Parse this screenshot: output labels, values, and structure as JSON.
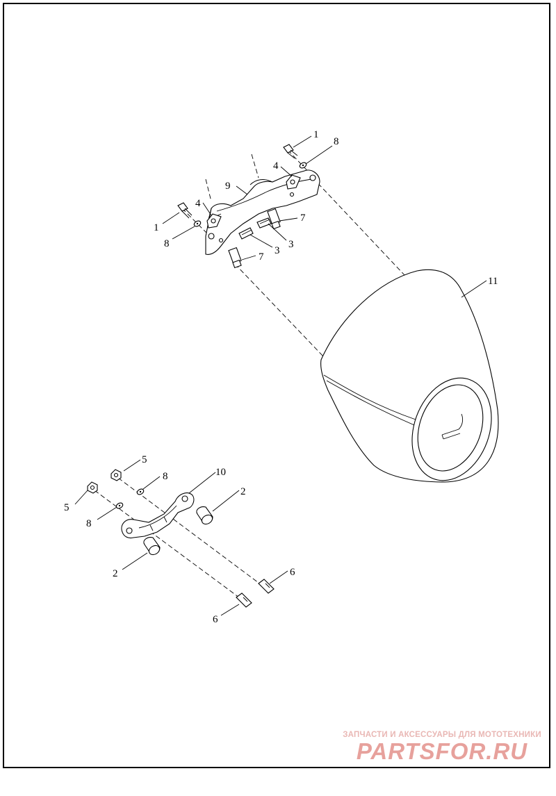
{
  "diagram": {
    "callouts": {
      "c1a": "1",
      "c1b": "1",
      "c2a": "2",
      "c2b": "2",
      "c3a": "3",
      "c3b": "3",
      "c4a": "4",
      "c4b": "4",
      "c5a": "5",
      "c5b": "5",
      "c6a": "6",
      "c6b": "6",
      "c7a": "7",
      "c7b": "7",
      "c8a": "8",
      "c8b": "8",
      "c8c": "8",
      "c8d": "8",
      "c9": "9",
      "c10": "10",
      "c11": "11"
    }
  },
  "watermark": {
    "tagline": "ЗАПЧАСТИ И АКСЕССУАРЫ ДЛЯ МОТОТЕХНИКИ",
    "brand": "PARTSFOR.RU",
    "color": "#e7a19c"
  }
}
